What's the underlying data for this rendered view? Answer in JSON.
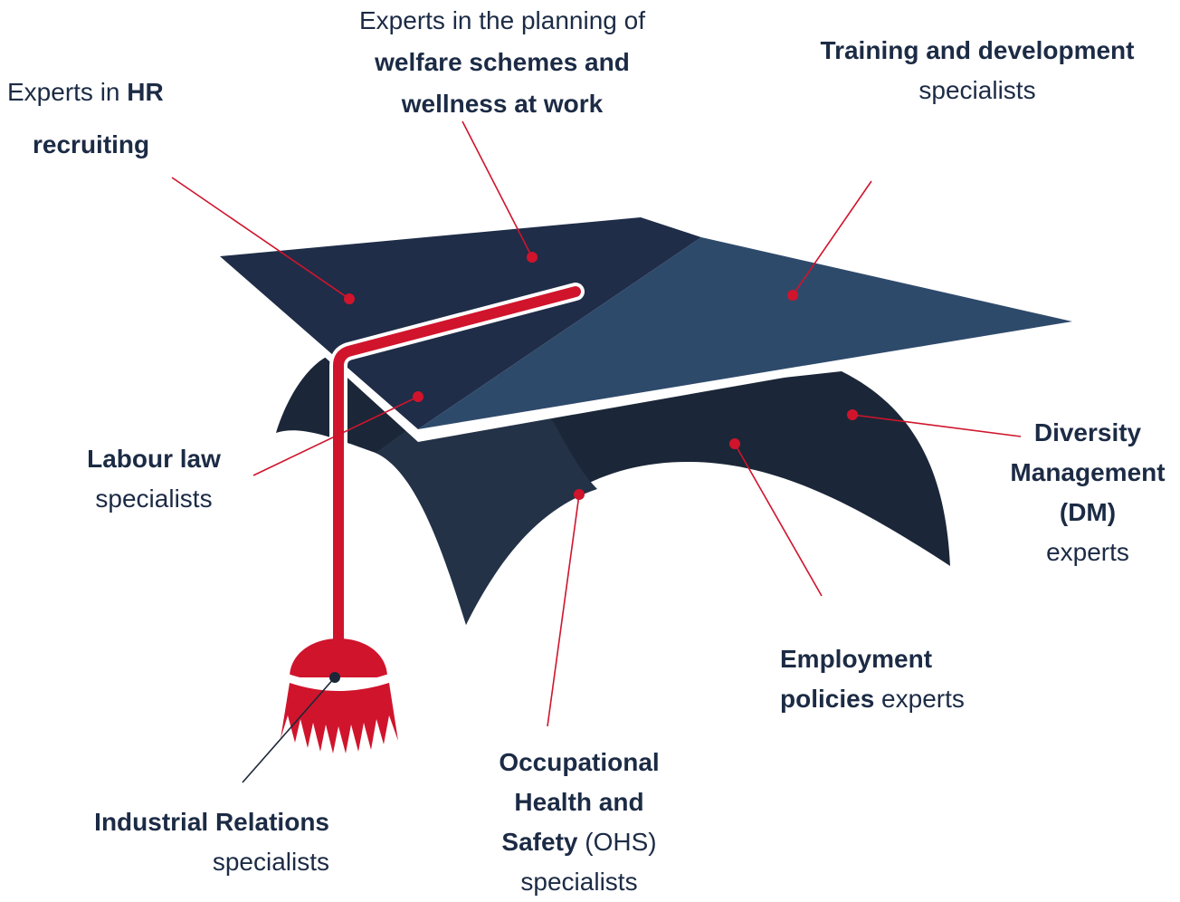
{
  "colors": {
    "accent_red": "#d0142c",
    "cap_navy": "#1f2d48",
    "cap_blue": "#2e4a6b",
    "cap_dark": "#1b2738",
    "text": "#1c2b45"
  },
  "labels": {
    "hr_recruiting": {
      "pre": "Experts in ",
      "bold": "HR",
      "bold2": "recruiting"
    },
    "welfare": {
      "line1": "Experts in the planning of",
      "bold1": "welfare schemes and",
      "bold2": "wellness at work"
    },
    "training": {
      "bold": "Training and development",
      "post": "specialists"
    },
    "labour_law": {
      "bold": "Labour law",
      "post": "specialists"
    },
    "diversity": {
      "bold1": "Diversity",
      "bold2": "Management",
      "bold3": "(DM)",
      "post": "experts"
    },
    "employment": {
      "bold1": "Employment",
      "bold2": "policies",
      "post": " experts"
    },
    "ohs": {
      "bold1": "Occupational",
      "bold2": "Health and",
      "bold3": "Safety",
      "post1": " (OHS)",
      "post2": "specialists"
    },
    "industrial": {
      "bold": "Industrial Relations",
      "post": "specialists"
    }
  }
}
